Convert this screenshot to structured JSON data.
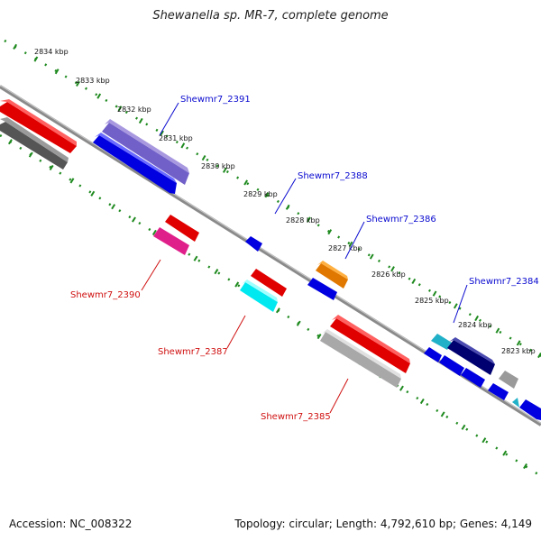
{
  "header": {
    "title": "Shewanella sp. MR-7, complete genome"
  },
  "footer": {
    "accession": "Accession: NC_008322",
    "stats": "Topology: circular; Length: 4,792,610 bp; Genes: 4,149"
  },
  "map": {
    "colors": {
      "backbone": "#8a8a8a",
      "ruler": "#1f8a1f",
      "label_forward": "#0a0ad0",
      "label_reverse": "#d01010"
    },
    "ticks": [
      "2834 kbp",
      "2833 kbp",
      "2832 kbp",
      "2831 kbp",
      "2830 kbp",
      "2829 kbp",
      "2828 kbp",
      "2827 kbp",
      "2826 kbp",
      "2825 kbp",
      "2824 kbp",
      "2823 kbp"
    ],
    "gene_labels": [
      {
        "text": "Shewmr7_2391",
        "strand": "forward"
      },
      {
        "text": "Shewmr7_2388",
        "strand": "forward"
      },
      {
        "text": "Shewmr7_2386",
        "strand": "forward"
      },
      {
        "text": "Shewmr7_2384",
        "strand": "forward"
      },
      {
        "text": "Shewmr7_2390",
        "strand": "reverse"
      },
      {
        "text": "Shewmr7_2387",
        "strand": "reverse"
      },
      {
        "text": "Shewmr7_2385",
        "strand": "reverse"
      }
    ]
  }
}
